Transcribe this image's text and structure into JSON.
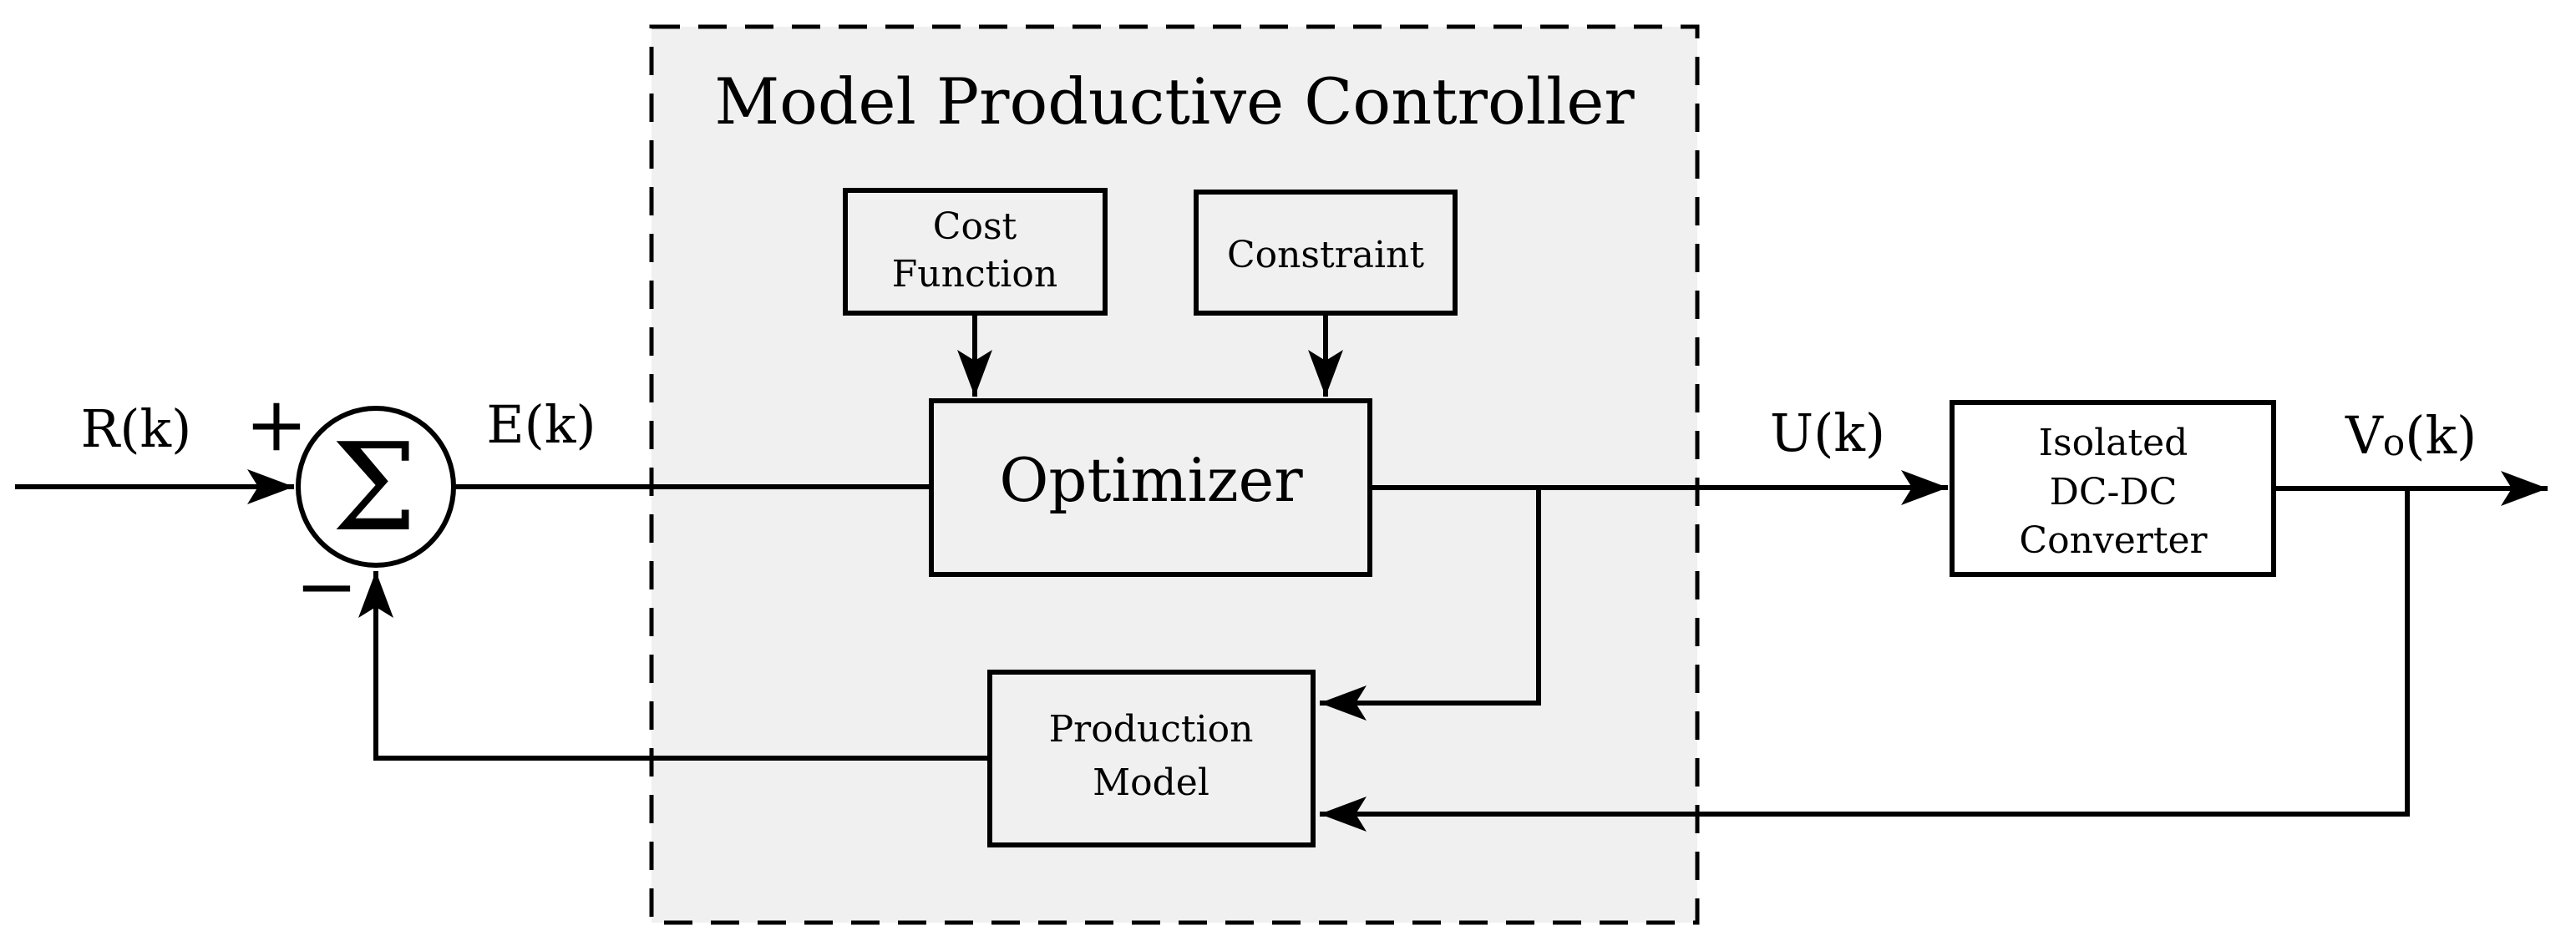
{
  "title": "Model Productive Controller",
  "blocks": {
    "cost_function": {
      "line1": "Cost",
      "line2": "Function"
    },
    "constraint": {
      "label": "Constraint"
    },
    "optimizer": {
      "label": "Optimizer"
    },
    "production_model": {
      "line1": "Production",
      "line2": "Model"
    },
    "converter": {
      "line1": "Isolated",
      "line2": "DC-DC",
      "line3": "Converter"
    }
  },
  "summing_junction": {
    "symbol": "Σ",
    "plus": "+",
    "minus": "−"
  },
  "signals": {
    "reference": "R(k)",
    "error": "E(k)",
    "control": "U(k)",
    "output_main": "V",
    "output_sub": "o",
    "output_paren": "(k)"
  },
  "colors": {
    "background": "#ffffff",
    "panel_fill": "#f0f0f0",
    "outside_fill": "#ffffff",
    "line": "#000000"
  }
}
